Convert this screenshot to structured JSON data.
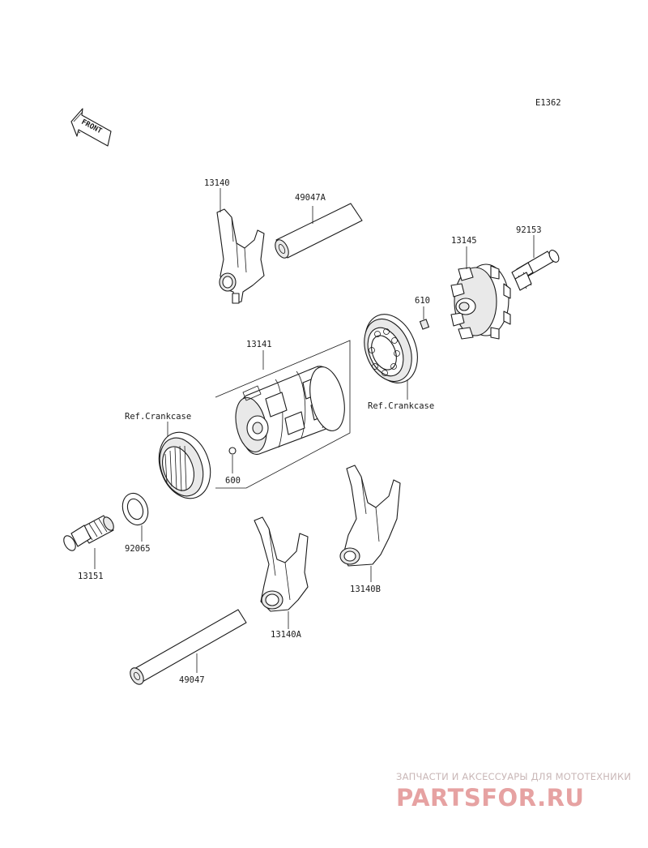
{
  "diagram_code": "E1362",
  "front_arrow_text": "FRONT",
  "labels": {
    "p13140": "13140",
    "p49047A": "49047A",
    "p13145": "13145",
    "p92153": "92153",
    "p610": "610",
    "p13141": "13141",
    "ref_crankcase_right": "Ref.Crankcase",
    "ref_crankcase_left": "Ref.Crankcase",
    "p600": "600",
    "p92065": "92065",
    "p13151": "13151",
    "p13140B": "13140B",
    "p13140A": "13140A",
    "p49047": "49047"
  },
  "watermark": {
    "tagline": "ЗАПЧАСТИ И АКСЕССУАРЫ ДЛЯ МОТОТЕХНИКИ",
    "brand": "PARTSFOR.RU",
    "color": "#e6a2a2"
  }
}
